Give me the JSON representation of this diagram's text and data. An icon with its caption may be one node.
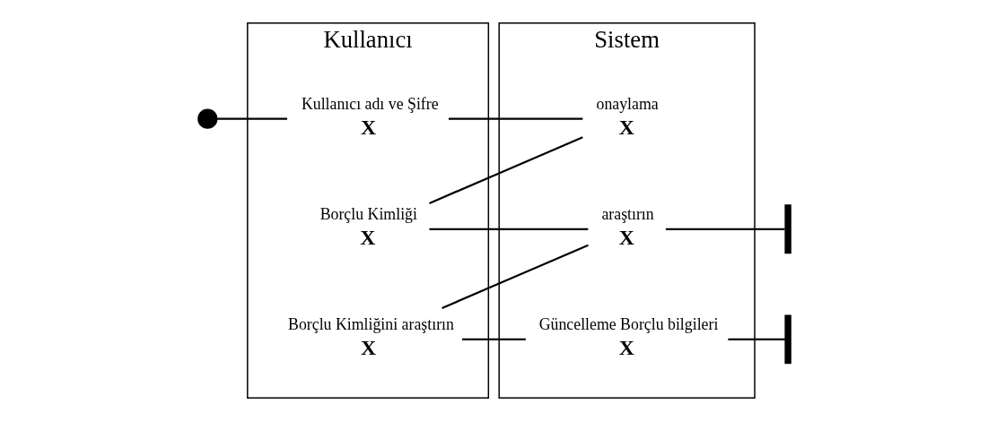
{
  "diagram": {
    "nodes": [
      {
        "text": [
          "Kullanıcı"
        ]
      },
      {
        "text": [
          "Sistem"
        ]
      },
      {
        "text": [],
        "shape": "circle"
      },
      {
        "text": [
          "X"
        ],
        "beside": [
          "Kullanıcı adı ve Şifre"
        ],
        "in": 0
      },
      {
        "text": [
          "X"
        ],
        "beside": [
          "onaylama"
        ],
        "in": 1
      },
      {
        "text": [
          "X"
        ],
        "beside": [
          "Borçlu Kimliği"
        ],
        "in": 0
      },
      {
        "text": [
          "X"
        ],
        "beside": [
          "araştırın"
        ],
        "in": 1
      },
      {
        "text": [
          "X"
        ],
        "beside": [
          "Borçlu Kimliğini araştırın"
        ],
        "in": 0
      },
      {
        "text": [
          "X"
        ],
        "beside": [
          "Güncelleme Borçlu bilgileri"
        ],
        "in": 1
      },
      {
        "text": [],
        "shape": "bar"
      },
      {
        "text": [],
        "shape": "bar"
      }
    ],
    "edges": [
      {
        "from": 2,
        "to": 3,
        "arrow": "none"
      },
      {
        "from": 3,
        "to": 4,
        "arrow": "none"
      },
      {
        "from": 4,
        "to": 5,
        "arrow": "none"
      },
      {
        "from": 5,
        "to": 6,
        "arrow": "none"
      },
      {
        "from": 6,
        "to": 9,
        "arrow": "none"
      },
      {
        "from": 6,
        "to": 7,
        "arrow": "none"
      },
      {
        "from": 7,
        "to": 8,
        "arrow": "none"
      },
      {
        "from": 8,
        "to": 10,
        "arrow": "none"
      }
    ]
  }
}
